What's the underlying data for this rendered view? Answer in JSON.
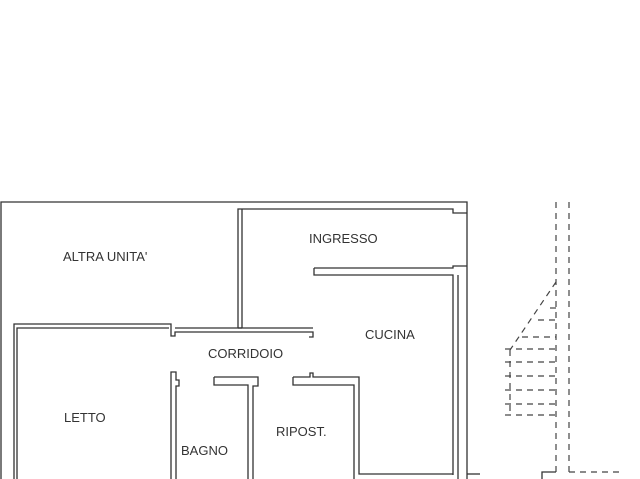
{
  "plan": {
    "rooms": {
      "altra_unita": "ALTRA UNITA'",
      "ingresso": "INGRESSO",
      "cucina": "CUCINA",
      "corridoio": "CORRIDOIO",
      "letto": "LETTO",
      "bagno": "BAGNO",
      "ripost": "RIPOST."
    }
  }
}
